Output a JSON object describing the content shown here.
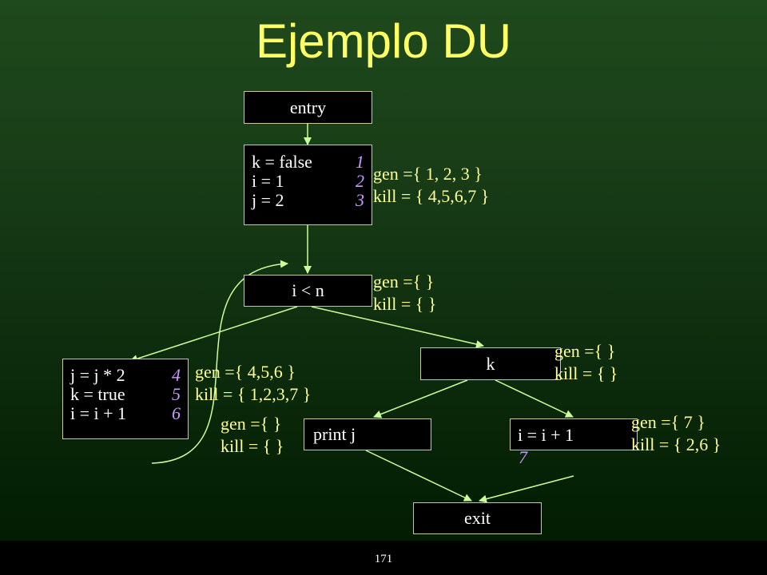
{
  "title": "Ejemplo DU",
  "page_number": "171",
  "colors": {
    "node_border": "#c8c8a0",
    "edge": "#ccff99",
    "annotation": "#ffff99",
    "title": "#ffff66",
    "stmt_number": "#cc99ff"
  },
  "nodes": {
    "entry": {
      "label": "entry"
    },
    "b1": {
      "lines": [
        {
          "text": "k = false",
          "num": "1"
        },
        {
          "text": "i = 1",
          "num": "2"
        },
        {
          "text": "j = 2",
          "num": "3"
        }
      ]
    },
    "cond": {
      "label": "i < n"
    },
    "b2": {
      "lines": [
        {
          "text": "j = j * 2",
          "num": "4"
        },
        {
          "text": "k = true",
          "num": "5"
        },
        {
          "text": "i = i + 1",
          "num": "6"
        }
      ]
    },
    "k": {
      "label": "k"
    },
    "print": {
      "label": "print j"
    },
    "b3": {
      "lines": [
        {
          "text": "i = i + 1",
          "num": ""
        },
        {
          "text": "",
          "num": "7"
        }
      ]
    },
    "exit": {
      "label": "exit"
    }
  },
  "annotations": {
    "b1": {
      "gen": "gen ={ 1, 2, 3 }",
      "kill": "kill = { 4,5,6,7 }"
    },
    "cond": {
      "gen": "gen ={   }",
      "kill": "kill = {   }"
    },
    "b2": {
      "gen": "gen ={ 4,5,6 }",
      "kill": "kill = { 1,2,3,7 }"
    },
    "k": {
      "gen": "gen ={   }",
      "kill": "kill = {   }"
    },
    "print": {
      "gen": "gen ={   }",
      "kill": "kill = {   }"
    },
    "b3": {
      "gen": "gen ={ 7 }",
      "kill": "kill = { 2,6 }"
    }
  }
}
